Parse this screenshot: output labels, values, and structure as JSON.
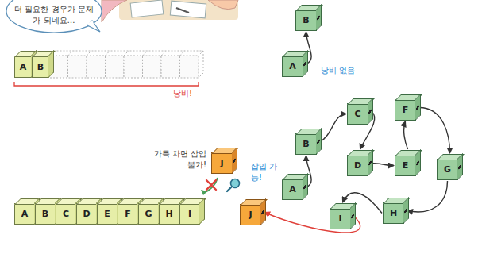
{
  "diagram": {
    "nodes": [
      {
        "text": [
          "A"
        ]
      },
      {
        "text": [
          "B"
        ]
      },
      {
        "text": [
          "B"
        ]
      },
      {
        "text": [
          "A"
        ]
      },
      {
        "text": [
          "J"
        ]
      },
      {
        "text": [
          "A"
        ]
      },
      {
        "text": [
          "B"
        ]
      },
      {
        "text": [
          "C"
        ]
      },
      {
        "text": [
          "D"
        ]
      },
      {
        "text": [
          "E"
        ]
      },
      {
        "text": [
          "F"
        ]
      },
      {
        "text": [
          "G"
        ]
      },
      {
        "text": [
          "H"
        ]
      },
      {
        "text": [
          "I"
        ]
      },
      {
        "text": [
          "J"
        ]
      },
      {
        "text": [
          "A"
        ]
      },
      {
        "text": [
          "B"
        ]
      },
      {
        "text": [
          "C"
        ]
      },
      {
        "text": [
          "D"
        ]
      },
      {
        "text": [
          "E"
        ]
      },
      {
        "text": [
          "F"
        ]
      },
      {
        "text": [
          "G"
        ]
      },
      {
        "text": [
          "H"
        ]
      },
      {
        "text": [
          "I"
        ]
      }
    ],
    "edges": [
      {
        "from": 3,
        "to": 2,
        "arrow": "to"
      },
      {
        "from": 15,
        "to": 16,
        "arrow": "to"
      },
      {
        "from": 16,
        "to": 17,
        "arrow": "to"
      },
      {
        "from": 17,
        "to": 18,
        "arrow": "to"
      },
      {
        "from": 18,
        "to": 19,
        "arrow": "to"
      },
      {
        "from": 19,
        "to": 20,
        "arrow": "to"
      },
      {
        "from": 20,
        "to": 21,
        "arrow": "to"
      },
      {
        "from": 21,
        "to": 22,
        "arrow": "to"
      },
      {
        "from": 22,
        "to": 23,
        "arrow": "to"
      },
      {
        "from": 23,
        "to": 14,
        "arrow": "to"
      }
    ],
    "labels": [
      "더 필요한 경우가 문제가 되네요…",
      "낭비!",
      "낭비 없음",
      "가득 차면 삽입 불가!",
      "삽입 가능!"
    ]
  }
}
